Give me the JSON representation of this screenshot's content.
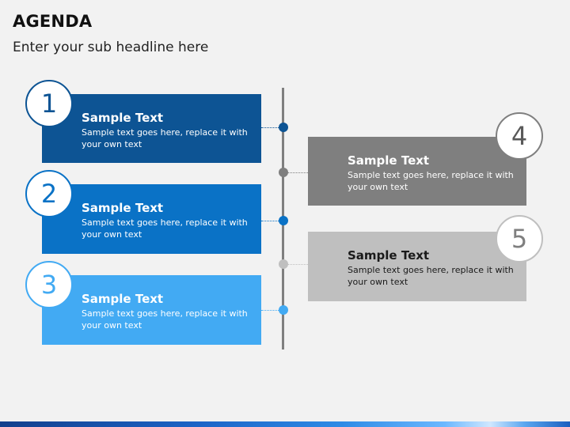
{
  "header": {
    "title": "AGENDA",
    "subtitle": "Enter your sub headline here"
  },
  "colors": {
    "item1": "#0d5494",
    "item2": "#0a72c6",
    "item3": "#42aaf3",
    "item4": "#7f7f7f",
    "item5": "#bfbfbf",
    "timeline": "#7f7f7f"
  },
  "items": [
    {
      "number": "1",
      "title": "Sample Text",
      "desc": "Sample text goes here, replace it with your own text"
    },
    {
      "number": "2",
      "title": "Sample Text",
      "desc": "Sample text goes here, replace it with your own text"
    },
    {
      "number": "3",
      "title": "Sample Text",
      "desc": "Sample text goes here, replace it with your own text"
    },
    {
      "number": "4",
      "title": "Sample Text",
      "desc": "Sample text goes here, replace it with your own text"
    },
    {
      "number": "5",
      "title": "Sample Text",
      "desc": "Sample text goes here, replace it with your own text"
    }
  ]
}
